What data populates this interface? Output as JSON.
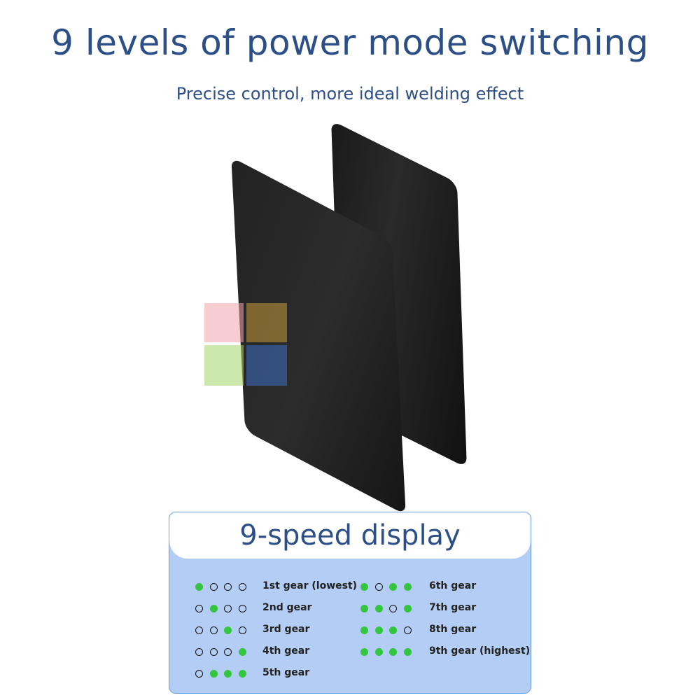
{
  "header": {
    "title": "9 levels of power mode switching",
    "subtitle": "Precise control, more ideal welding effect"
  },
  "panel": {
    "title": "9-speed display",
    "gears": [
      {
        "label": "1st gear (lowest)",
        "leds": [
          1,
          0,
          0,
          0
        ]
      },
      {
        "label": "2nd gear",
        "leds": [
          0,
          1,
          0,
          0
        ]
      },
      {
        "label": "3rd gear",
        "leds": [
          0,
          0,
          1,
          0
        ]
      },
      {
        "label": "4th gear",
        "leds": [
          0,
          0,
          0,
          1
        ]
      },
      {
        "label": "5th gear",
        "leds": [
          0,
          1,
          1,
          1
        ]
      },
      {
        "label": "6th gear",
        "leds": [
          1,
          0,
          1,
          1
        ]
      },
      {
        "label": "7th gear",
        "leds": [
          1,
          1,
          0,
          1
        ]
      },
      {
        "label": "8th gear",
        "leds": [
          1,
          1,
          1,
          0
        ]
      },
      {
        "label": "9th gear (highest)",
        "leds": [
          1,
          1,
          1,
          1
        ]
      }
    ]
  },
  "colors": {
    "title": "#2b4f86",
    "led_on": "#35c640",
    "panel_bg": "#b4cdf4"
  }
}
